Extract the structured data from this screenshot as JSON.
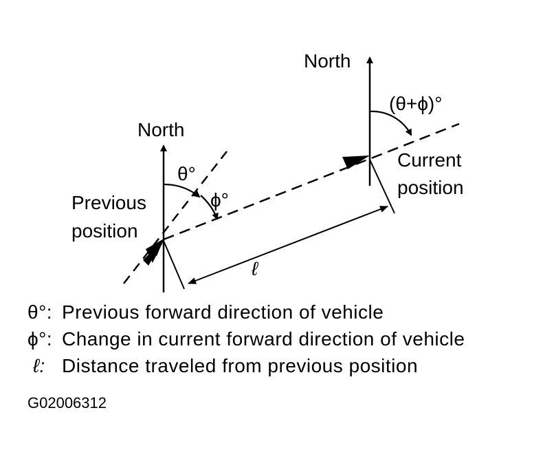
{
  "labels": {
    "north_left": "North",
    "north_right": "North",
    "theta": "θ°",
    "phi": "ϕ°",
    "theta_plus_phi": "(θ+ϕ)°",
    "previous_line1": "Previous",
    "previous_line2": "position",
    "current_line1": "Current",
    "current_line2": "position",
    "distance": "ℓ"
  },
  "legend": [
    {
      "symbol": "θ°:",
      "text": "Previous forward direction of vehicle"
    },
    {
      "symbol": "ϕ°:",
      "text": "Change in current forward direction of vehicle"
    },
    {
      "symbol": "ℓ:",
      "text": "Distance traveled from previous position"
    }
  ],
  "figure_code": "G02006312"
}
